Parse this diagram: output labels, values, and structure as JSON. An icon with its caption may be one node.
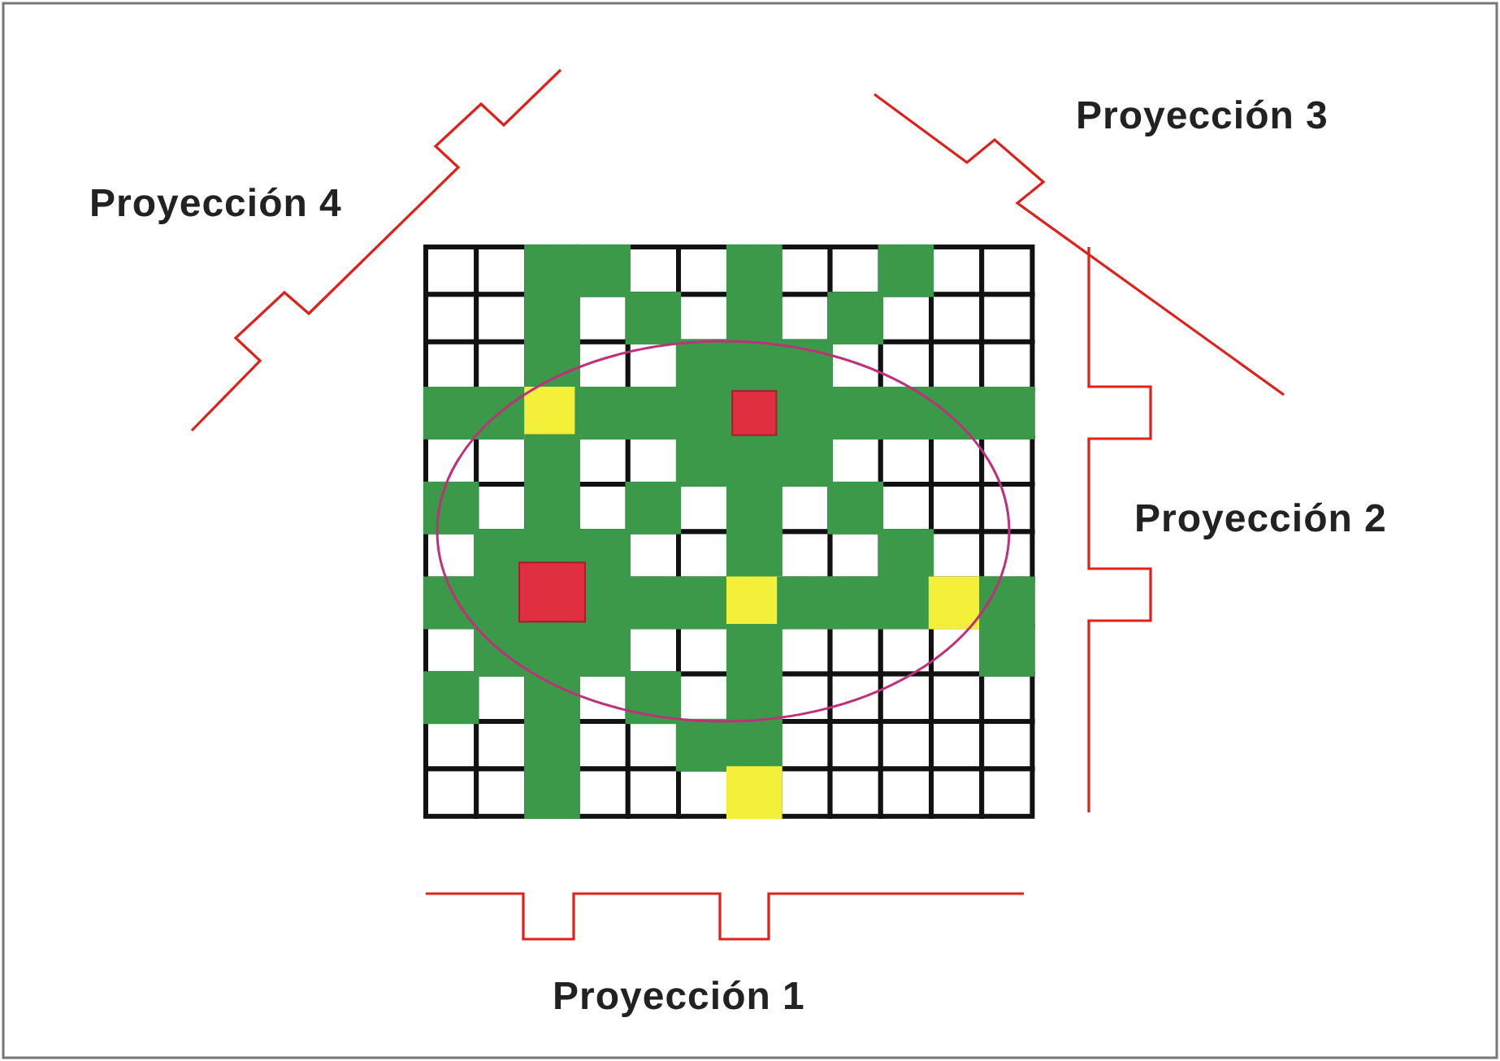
{
  "diagram": {
    "labels": [
      "Proyección 4",
      "Proyección 3",
      "Proyección 2",
      "Proyección 1"
    ]
  }
}
